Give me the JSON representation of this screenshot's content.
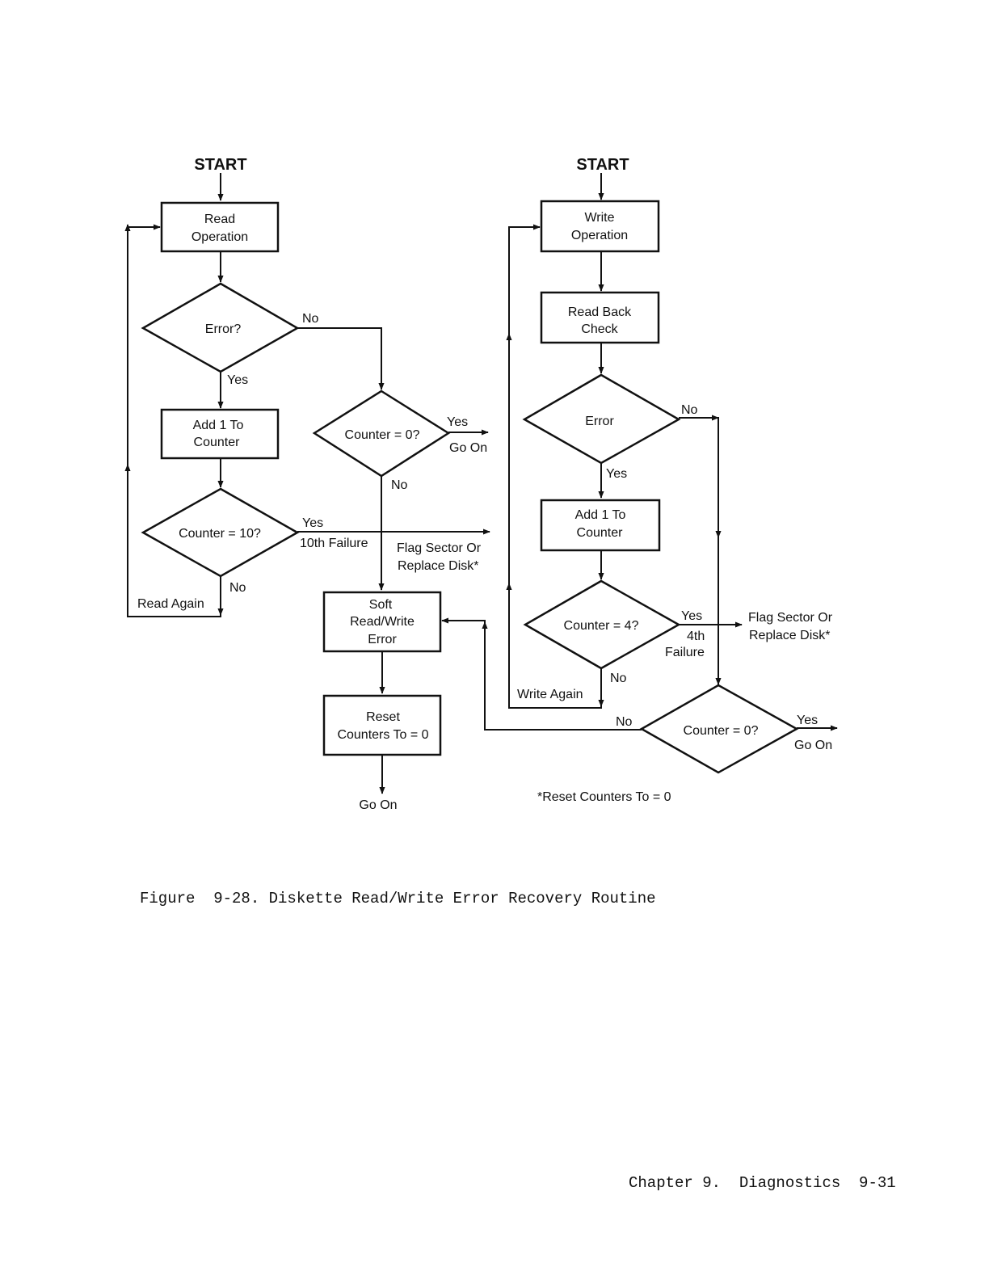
{
  "read_flow": {
    "start": "START",
    "read_operation": [
      "Read",
      "Operation"
    ],
    "error_q": "Error?",
    "no": "No",
    "yes": "Yes",
    "add1": [
      "Add 1 To",
      "Counter"
    ],
    "counter10": "Counter = 10?",
    "yes10": "Yes",
    "tenth_failure": "10th Failure",
    "no10": "No",
    "read_again": "Read Again",
    "counter0": "Counter = 0?",
    "yes0": "Yes",
    "go_on0": "Go On",
    "no0": "No",
    "flag_sector": [
      "Flag Sector Or",
      "Replace Disk*"
    ],
    "soft_error": [
      "Soft",
      "Read/Write",
      "Error"
    ],
    "reset": [
      "Reset",
      "Counters To = 0"
    ],
    "go_on_final": "Go On"
  },
  "write_flow": {
    "start": "START",
    "write_operation": [
      "Write",
      "Operation"
    ],
    "read_back": [
      "Read Back",
      "Check"
    ],
    "error_q": "Error",
    "no": "No",
    "yes": "Yes",
    "add1": [
      "Add 1 To",
      "Counter"
    ],
    "counter4": "Counter = 4?",
    "yes4": "Yes",
    "fourth_failure": [
      "4th",
      "Failure"
    ],
    "flag_sector": [
      "Flag Sector Or",
      "Replace Disk*"
    ],
    "no4": "No",
    "write_again": "Write Again",
    "counter0": "Counter = 0?",
    "no0": "No",
    "yes0": "Yes",
    "go_on0": "Go On",
    "footnote": "*Reset Counters To = 0"
  },
  "caption": "Figure  9-28. Diskette Read/Write Error Recovery Routine",
  "footer": "Chapter 9.  Diagnostics  9-31"
}
